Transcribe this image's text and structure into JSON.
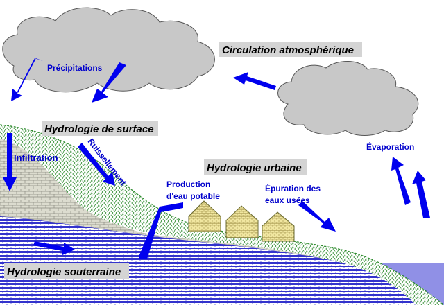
{
  "labels": {
    "atmos": "Circulation atmosphérique",
    "precip": "Précipitations",
    "surface": "Hydrologie de surface",
    "infiltration": "Infiltration",
    "ruissellement": "Ruissellement",
    "urbaine": "Hydrologie urbaine",
    "production_line1": "Production",
    "production_line2": "d'eau potable",
    "epuration_line1": "Épuration des",
    "epuration_line2": "eaux usées",
    "evaporation": "Évaporation",
    "souterraine": "Hydrologie souterraine"
  },
  "colors": {
    "arrow": "#0000ee",
    "text_blue": "#0000cc",
    "cloud_fill": "#c8c8c8",
    "soil_fill": "#d8d8c8",
    "vegetation_line": "#2e8b2e",
    "water_line": "#3333cc",
    "house_fill": "#f0e6a0",
    "label_highlight": "#d4d4d4"
  },
  "icons": {
    "cloud": "cloud-icon",
    "house": "house-icon",
    "arrow": "flow-arrow-icon"
  }
}
